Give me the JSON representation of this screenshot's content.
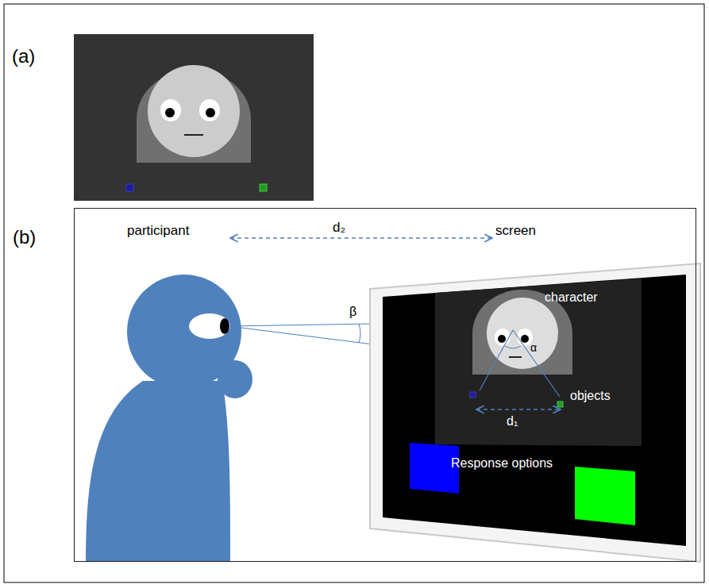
{
  "diagram": {
    "nodes": [
      {
        "text": [
          "(a)"
        ]
      },
      {
        "text": [
          "(b)"
        ]
      }
    ],
    "labels": [
      "participant",
      "d₂",
      "screen",
      "character",
      "α",
      "β",
      "objects",
      "d₁",
      "Response options"
    ]
  }
}
